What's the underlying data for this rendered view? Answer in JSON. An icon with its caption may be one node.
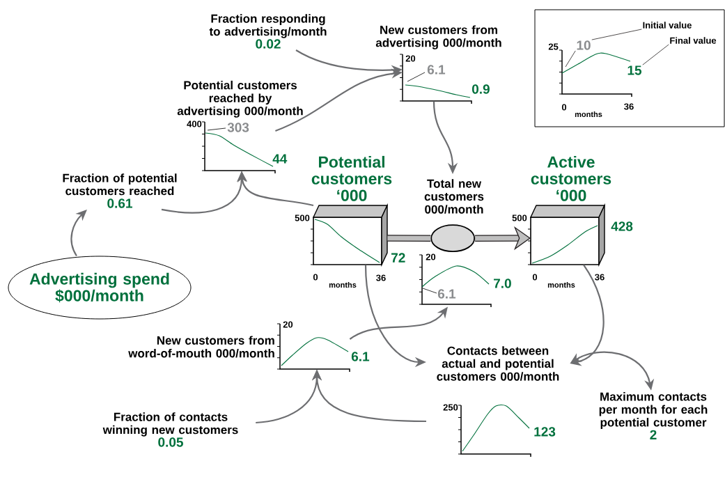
{
  "diagram": {
    "nodes": [
      {
        "text": [
          "Fraction responding to advertising/month",
          "0.02"
        ]
      },
      {
        "text": [
          "New customers from advertising 000/month",
          "20",
          "6.1",
          "0.9"
        ]
      },
      {
        "text": [
          "Potential customers reached by advertising 000/month",
          "400",
          "303",
          "44"
        ]
      },
      {
        "text": [
          "Fraction of potential customers reached",
          "0.61"
        ]
      },
      {
        "text": [
          "Advertising spend $000/month"
        ]
      },
      {
        "text": [
          "Potential customers ‘000"
        ],
        "beside": [
          "500",
          "72",
          "0",
          "months",
          "36"
        ]
      },
      {
        "text": [
          "Total new customers 000/month"
        ],
        "beside": [
          "20",
          "6.1",
          "7.0"
        ]
      },
      {
        "text": [],
        "shape": "circle",
        "in": 6
      },
      {
        "text": [
          "Active customers ‘000"
        ],
        "beside": [
          "500",
          "428",
          "0",
          "months",
          "36"
        ]
      },
      {
        "text": [
          "New customers from word-of-mouth 000/month",
          "20",
          "6.1"
        ]
      },
      {
        "text": [
          "Contacts between actual and potential customers 000/month",
          "250",
          "123"
        ]
      },
      {
        "text": [
          "Maximum contacts per month for each potential customer",
          "2"
        ]
      },
      {
        "text": [
          "Fraction of contacts winning new customers",
          "0.05"
        ]
      },
      {
        "text": [],
        "shape": "box"
      },
      {
        "text": [
          "Initial value"
        ],
        "in": 13
      },
      {
        "text": [
          "Final value"
        ],
        "in": 13
      },
      {
        "text": [
          "10"
        ],
        "in": 13
      },
      {
        "text": [
          "15"
        ],
        "in": 13
      }
    ],
    "edges": [
      {
        "from": 0,
        "to": 1,
        "arrow": "to"
      },
      {
        "from": 2,
        "to": 1,
        "arrow": "to"
      },
      {
        "from": 1,
        "to": 6,
        "arrow": "to"
      },
      {
        "from": 3,
        "to": 2,
        "arrow": "to"
      },
      {
        "from": 5,
        "to": 2,
        "arrow": "to"
      },
      {
        "from": 4,
        "to": 3,
        "arrow": "to"
      },
      {
        "from": 5,
        "to": 7,
        "arrow": "none",
        "style": "thick",
        "color": "#231f20"
      },
      {
        "from": 7,
        "to": 8,
        "arrow": "to",
        "style": "thick",
        "color": "#231f20"
      },
      {
        "from": 5,
        "to": 10,
        "arrow": "to"
      },
      {
        "from": 8,
        "to": 10,
        "arrow": "to"
      },
      {
        "from": 10,
        "to": 11,
        "arrow": "both"
      },
      {
        "from": 10,
        "to": 9,
        "arrow": "to"
      },
      {
        "from": 12,
        "to": 9,
        "arrow": "to"
      },
      {
        "from": 9,
        "to": 6,
        "arrow": "to"
      },
      {
        "from": 14,
        "to": 16,
        "arrow": "none",
        "color": "#231f20"
      },
      {
        "from": 16,
        "to": null,
        "arrow": "none",
        "color": "#231f20"
      },
      {
        "from": 15,
        "to": 17,
        "arrow": "none",
        "color": "#231f20"
      }
    ],
    "labels": [
      "25",
      "0",
      "months",
      "36"
    ]
  }
}
